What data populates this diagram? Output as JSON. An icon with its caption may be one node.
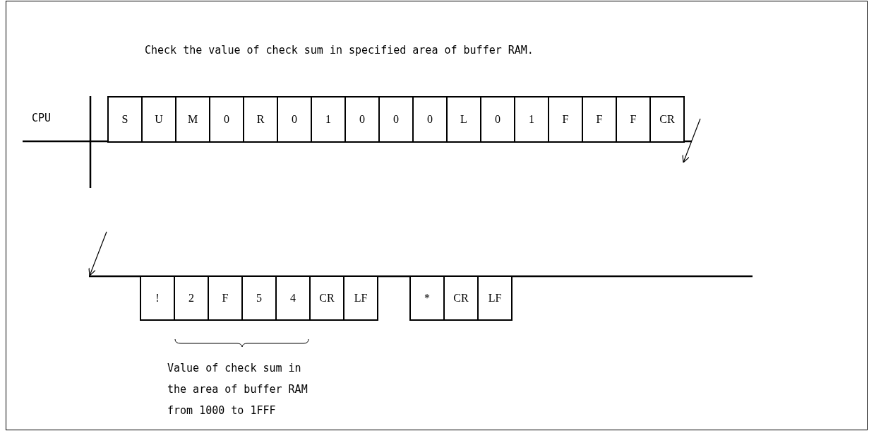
{
  "diagram": {
    "title": "Check the value of check sum in specified area of buffer RAM.",
    "nodes": [
      {
        "text": [
          "S"
        ]
      },
      {
        "text": [
          "U"
        ]
      },
      {
        "text": [
          "M"
        ]
      },
      {
        "text": [
          "0"
        ]
      },
      {
        "text": [
          "R"
        ]
      },
      {
        "text": [
          "0"
        ]
      },
      {
        "text": [
          "1"
        ]
      },
      {
        "text": [
          "0"
        ]
      },
      {
        "text": [
          "0"
        ]
      },
      {
        "text": [
          "0"
        ]
      },
      {
        "text": [
          "L"
        ]
      },
      {
        "text": [
          "0"
        ]
      },
      {
        "text": [
          "1"
        ]
      },
      {
        "text": [
          "F"
        ]
      },
      {
        "text": [
          "F"
        ]
      },
      {
        "text": [
          "F"
        ]
      },
      {
        "text": [
          "CR"
        ]
      },
      {
        "text": [
          "!"
        ]
      },
      {
        "text": [
          "2"
        ]
      },
      {
        "text": [
          "F"
        ]
      },
      {
        "text": [
          "5"
        ]
      },
      {
        "text": [
          "4"
        ]
      },
      {
        "text": [
          "CR"
        ]
      },
      {
        "text": [
          "LF"
        ]
      },
      {
        "text": [
          "*"
        ]
      },
      {
        "text": [
          "CR"
        ]
      },
      {
        "text": [
          "LF"
        ]
      }
    ],
    "labels": [
      "CPU",
      "Value of check sum in the area of buffer RAM from 1000 to 1FFF"
    ]
  }
}
